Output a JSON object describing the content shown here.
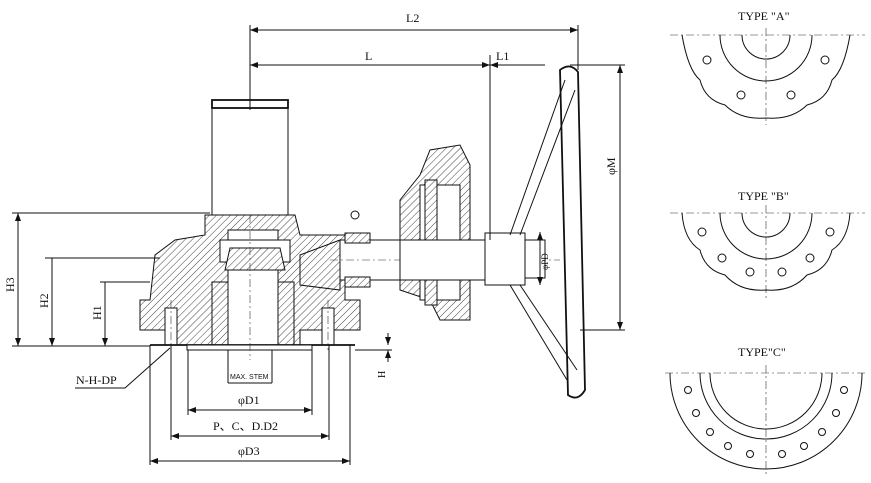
{
  "dimensions": {
    "L2": "L2",
    "L": "L",
    "L1": "L1",
    "M": "φM",
    "PD": "φPD",
    "H3": "H3",
    "H2": "H2",
    "H1": "H1",
    "H": "H",
    "NHDP": "N-H-DP",
    "max_stem": "MAX. STEM",
    "D1": "φD1",
    "D2": "P、C、D.D2",
    "D3": "φD3"
  },
  "flange_types": [
    {
      "label": "TYPE \"A\""
    },
    {
      "label": "TYPE \"B\""
    },
    {
      "label": "TYPE\"C\""
    }
  ]
}
